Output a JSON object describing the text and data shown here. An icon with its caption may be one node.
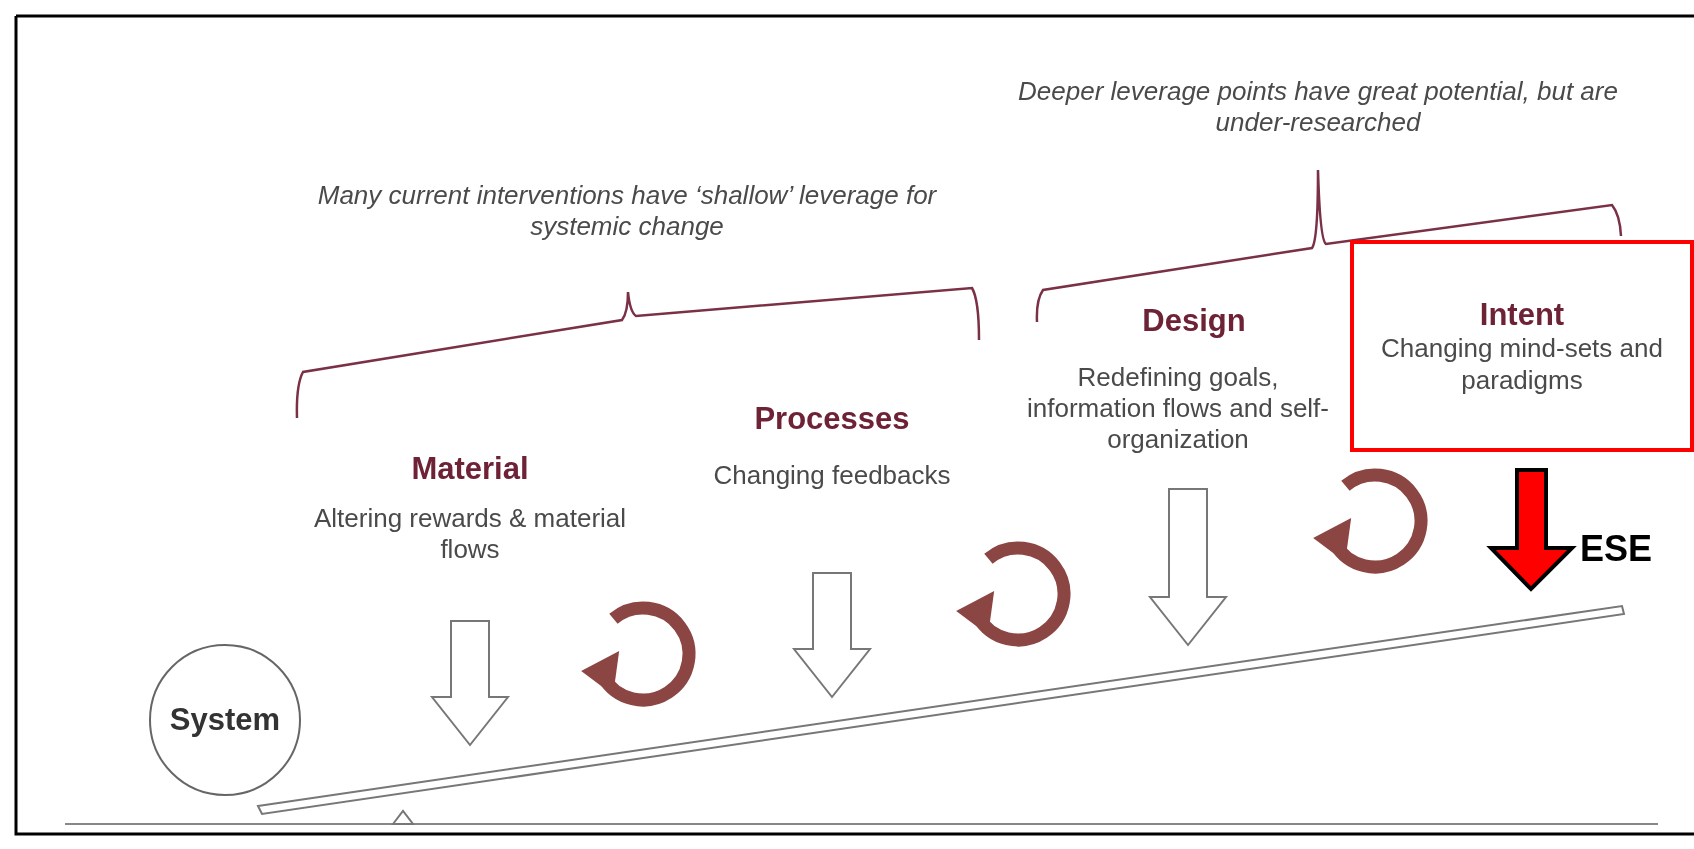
{
  "diagram": {
    "nodes": [
      {
        "text": [
          "Intent",
          "Changing mind-sets and paradigms"
        ]
      },
      {
        "text": [
          "System"
        ]
      }
    ],
    "labels": [
      "Deeper leverage points have great potential, but are under-researched",
      "Many current interventions have ‘shallow’ leverage for systemic change",
      "Design",
      "Redefining goals, information flows and self-organization",
      "Processes",
      "Changing feedbacks",
      "Material",
      "Altering rewards & material flows",
      "ESE"
    ]
  }
}
